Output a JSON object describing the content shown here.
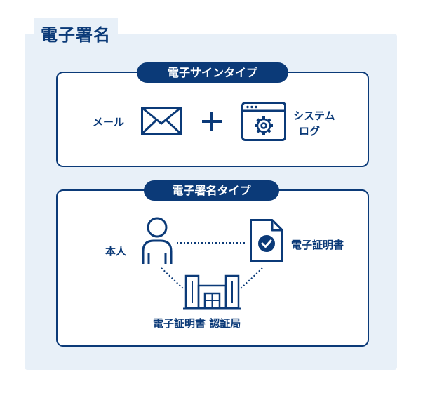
{
  "title": "電子署名",
  "signature_type": {
    "heading": "電子サインタイプ",
    "mail_label": "メール",
    "plus": "+",
    "syslog_line1": "システム",
    "syslog_line2": "ログ"
  },
  "seal_type": {
    "heading": "電子署名タイプ",
    "person_label": "本人",
    "certificate_label": "電子証明書",
    "authority_label": "電子証明書 認証局"
  },
  "colors": {
    "primary": "#0b3a78",
    "panel_background": "#e8f0f8",
    "box_background": "#ffffff"
  },
  "icons": [
    "envelope-icon",
    "plus-icon",
    "browser-gear-icon",
    "person-icon",
    "document-check-icon",
    "building-icon"
  ]
}
